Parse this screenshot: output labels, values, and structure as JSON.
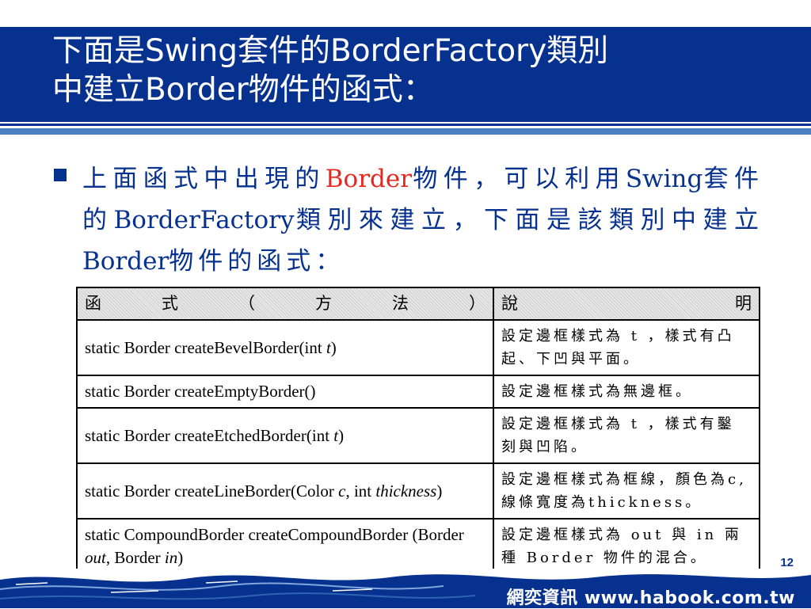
{
  "title": {
    "line1": "下面是Swing套件的BorderFactory類別",
    "line2": "中建立Border物件的函式："
  },
  "bullet": {
    "part1": "上面函式中出現的",
    "highlight": "Border",
    "part2": "物件，可以利用",
    "part3": "Swing",
    "part4": "套件的",
    "part5": "BorderFactory",
    "part6": "類別來建立，下面",
    "part7": "是該類別中建立",
    "part8": "Border",
    "part9": "物件的函式："
  },
  "table": {
    "header_left": [
      "函",
      "式",
      "（",
      "方",
      "法",
      "）"
    ],
    "header_right": [
      "說",
      "明"
    ],
    "rows": [
      {
        "fn_a": "static Border createBevelBorder(int ",
        "fn_i": "t",
        "fn_b": ")",
        "desc": "設定邊框樣式為 t ，樣式有凸起、下凹與平面。"
      },
      {
        "fn_a": "static Border createEmptyBorder()",
        "fn_i": "",
        "fn_b": "",
        "desc": "設定邊框樣式為無邊框。"
      },
      {
        "fn_a": "static Border createEtchedBorder(int ",
        "fn_i": "t",
        "fn_b": ")",
        "desc": "設定邊框樣式為 t ，樣式有鑿刻與凹陷。"
      },
      {
        "fn_a": "static Border createLineBorder(Color ",
        "fn_i": "c",
        "fn_b": ", int ",
        "fn_i2": "thickness",
        "fn_c": ")",
        "desc": "設定邊框樣式為框線，顏色為c,線條寬度為thickness。"
      },
      {
        "fn_a": "static CompoundBorder createCompoundBorder (Border ",
        "fn_i": "out",
        "fn_b": ", Border ",
        "fn_i2": "in",
        "fn_c": ")",
        "desc": "設定邊框樣式為 out 與 in 兩種 Border 物件的混合。"
      }
    ]
  },
  "page_number": "12",
  "footer": {
    "brand": "網奕資訊 www.habook.com.tw"
  },
  "colors": {
    "title_band": "#06318f",
    "stripe": "#4d7fc4",
    "highlight": "#e8281e",
    "footer": "#06318f"
  }
}
